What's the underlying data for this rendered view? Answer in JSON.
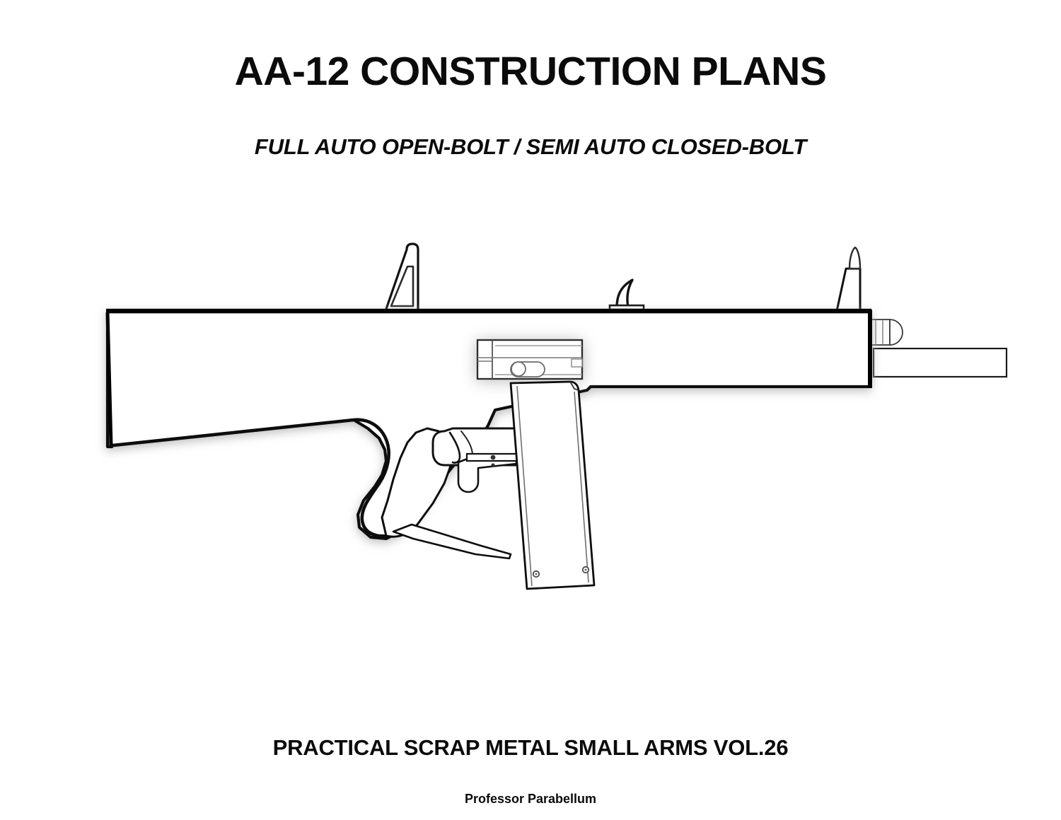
{
  "document": {
    "background_color": "#ffffff",
    "ink_color": "#000000",
    "title": "AA-12 CONSTRUCTION PLANS",
    "subtitle": "FULL AUTO OPEN-BOLT / SEMI AUTO CLOSED-BOLT",
    "series": "PRACTICAL SCRAP METAL SMALL ARMS VOL.26",
    "author": "Professor Parabellum"
  },
  "illustration": {
    "name": "aa-12-shotgun-line-drawing",
    "description": "Side-profile technical line drawing of an AA-12 style shotgun",
    "line_color": "#000000",
    "fill_color": "#ffffff",
    "shadow_color": "#d9d9d9",
    "parts": [
      {
        "name": "receiver-body",
        "label": "Receiver / upper body"
      },
      {
        "name": "buttstock",
        "label": "Integral buttstock"
      },
      {
        "name": "rear-sight",
        "label": "Rear sight blade with aperture"
      },
      {
        "name": "ejection-port-fin",
        "label": "Ejection port fin"
      },
      {
        "name": "front-sight",
        "label": "Front sight post"
      },
      {
        "name": "charging-handle-panel",
        "label": "Charging handle / bolt slot panel"
      },
      {
        "name": "recoil-spring-cap",
        "label": "Recoil spring cap"
      },
      {
        "name": "barrel",
        "label": "Barrel"
      },
      {
        "name": "pistol-grip",
        "label": "Pistol grip"
      },
      {
        "name": "trigger-group",
        "label": "Trigger group"
      },
      {
        "name": "trigger",
        "label": "Trigger"
      },
      {
        "name": "magazine",
        "label": "Box magazine"
      },
      {
        "name": "magazine-rivets",
        "label": "Magazine base rivets"
      }
    ]
  }
}
